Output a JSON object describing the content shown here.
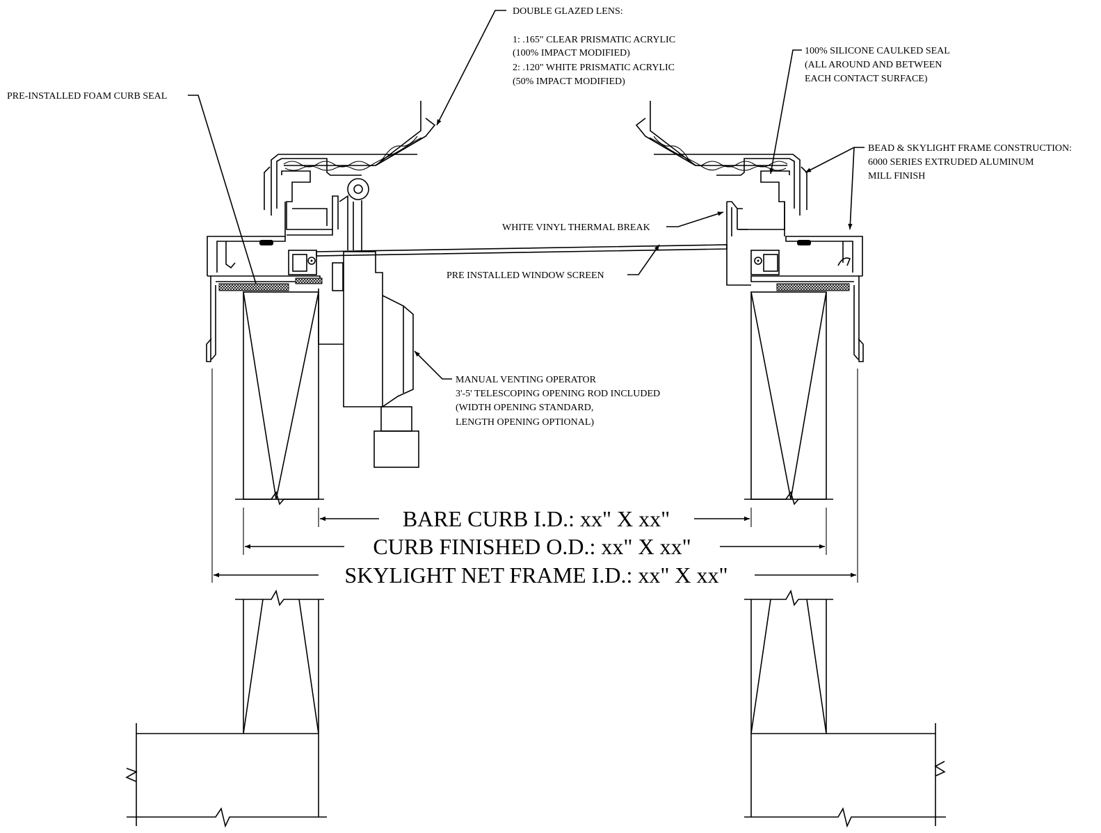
{
  "callouts": {
    "double_glazed_lens": {
      "lines": [
        "DOUBLE GLAZED LENS:",
        "",
        "1:  .165\" CLEAR PRISMATIC ACRYLIC",
        "(100% IMPACT MODIFIED)",
        "2:  .120\" WHITE PRISMATIC ACRYLIC",
        "(50% IMPACT MODIFIED)"
      ]
    },
    "silicone_seal": {
      "lines": [
        "100% SILICONE CAULKED SEAL",
        "(ALL AROUND AND BETWEEN",
        "EACH CONTACT SURFACE)"
      ]
    },
    "foam_curb_seal": {
      "text": "PRE-INSTALLED FOAM CURB SEAL"
    },
    "frame_construction": {
      "lines": [
        "BEAD & SKYLIGHT FRAME CONSTRUCTION:",
        "6000 SERIES EXTRUDED ALUMINUM",
        "MILL FINISH"
      ]
    },
    "thermal_break": {
      "text": "WHITE VINYL THERMAL BREAK"
    },
    "window_screen": {
      "text": "PRE INSTALLED WINDOW SCREEN"
    },
    "venting_operator": {
      "lines": [
        "MANUAL VENTING OPERATOR",
        "3'-5' TELESCOPING OPENING ROD INCLUDED",
        "(WIDTH OPENING STANDARD,",
        "LENGTH OPENING OPTIONAL)"
      ]
    }
  },
  "dimensions": {
    "bare_curb": "BARE CURB I.D.: xx\" X xx\"",
    "curb_finished": "CURB FINISHED O.D.: xx\" X xx\"",
    "net_frame": "SKYLIGHT NET FRAME I.D.: xx\" X xx\""
  }
}
